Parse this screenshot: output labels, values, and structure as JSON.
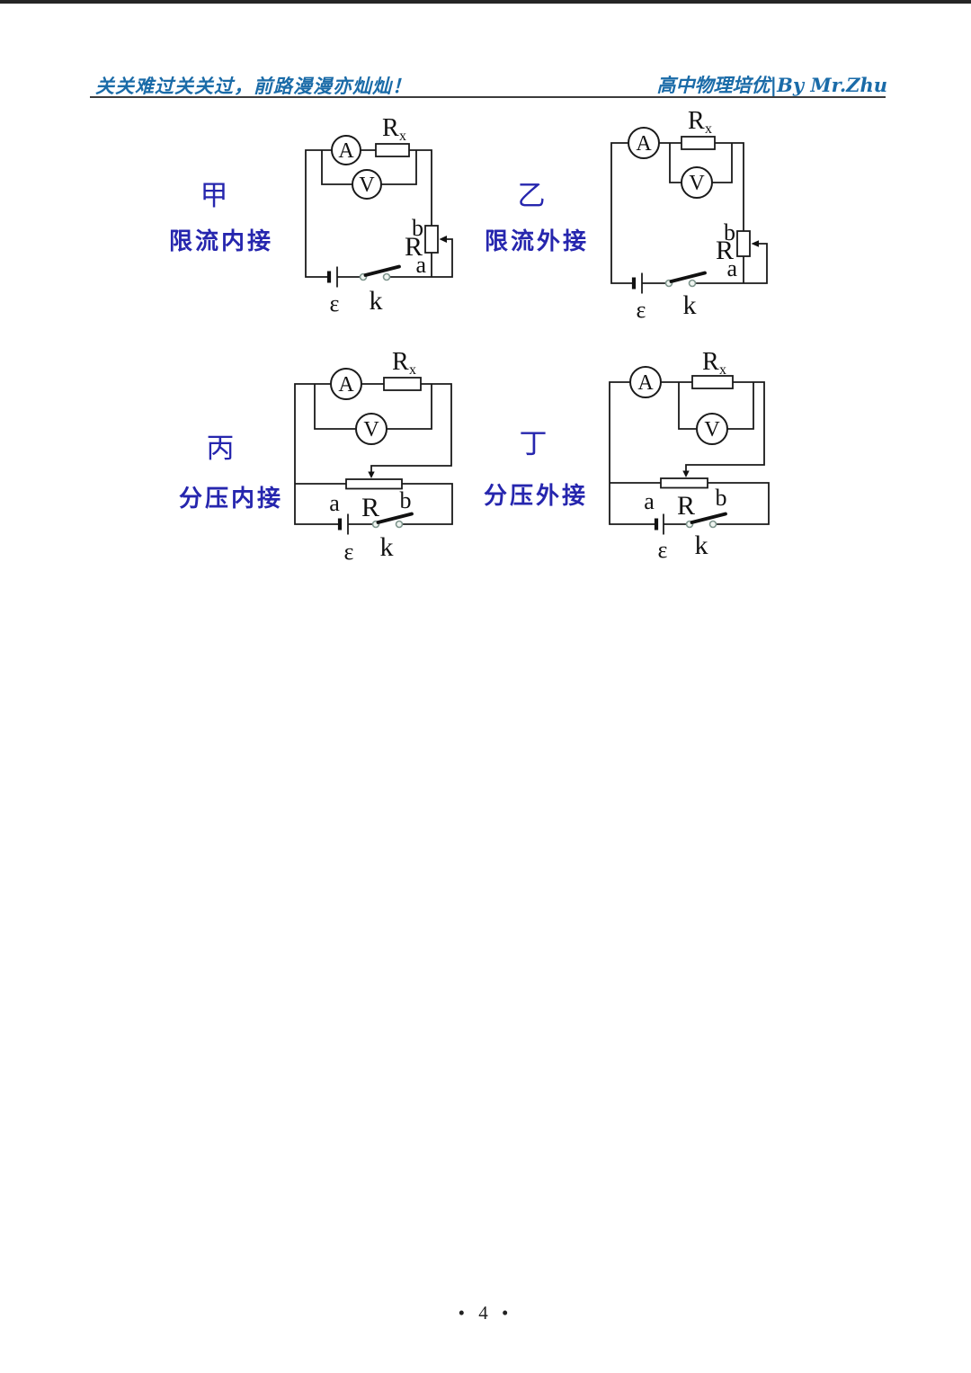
{
  "header": {
    "motto": "关关难过关关过，前路漫漫亦灿灿！",
    "brand": "高中物理培优|By Mr.Zhu"
  },
  "colors": {
    "header_blue": "#1a6ba8",
    "label_blue": "#2626ae",
    "wire_black": "#1a1a1a",
    "page_top_border": "#262626"
  },
  "circuits": [
    {
      "tag": "甲",
      "caption": "限流内接",
      "ammeter": "A",
      "voltmeter": "V",
      "rx_main": "R",
      "rx_sub": "x",
      "rheostat_label": "R",
      "terminal_b": "b",
      "terminal_a": "a",
      "emf_label": "ε",
      "switch_label": "k"
    },
    {
      "tag": "乙",
      "caption": "限流外接",
      "ammeter": "A",
      "voltmeter": "V",
      "rx_main": "R",
      "rx_sub": "x",
      "rheostat_label": "R",
      "terminal_b": "b",
      "terminal_a": "a",
      "emf_label": "ε",
      "switch_label": "k"
    },
    {
      "tag": "丙",
      "caption": "分压内接",
      "ammeter": "A",
      "voltmeter": "V",
      "rx_main": "R",
      "rx_sub": "x",
      "rheostat_label": "R",
      "terminal_b": "b",
      "terminal_a": "a",
      "emf_label": "ε",
      "switch_label": "k"
    },
    {
      "tag": "丁",
      "caption": "分压外接",
      "ammeter": "A",
      "voltmeter": "V",
      "rx_main": "R",
      "rx_sub": "x",
      "rheostat_label": "R",
      "terminal_b": "b",
      "terminal_a": "a",
      "emf_label": "ε",
      "switch_label": "k"
    }
  ],
  "footer": {
    "page_number": "• 4 •"
  }
}
